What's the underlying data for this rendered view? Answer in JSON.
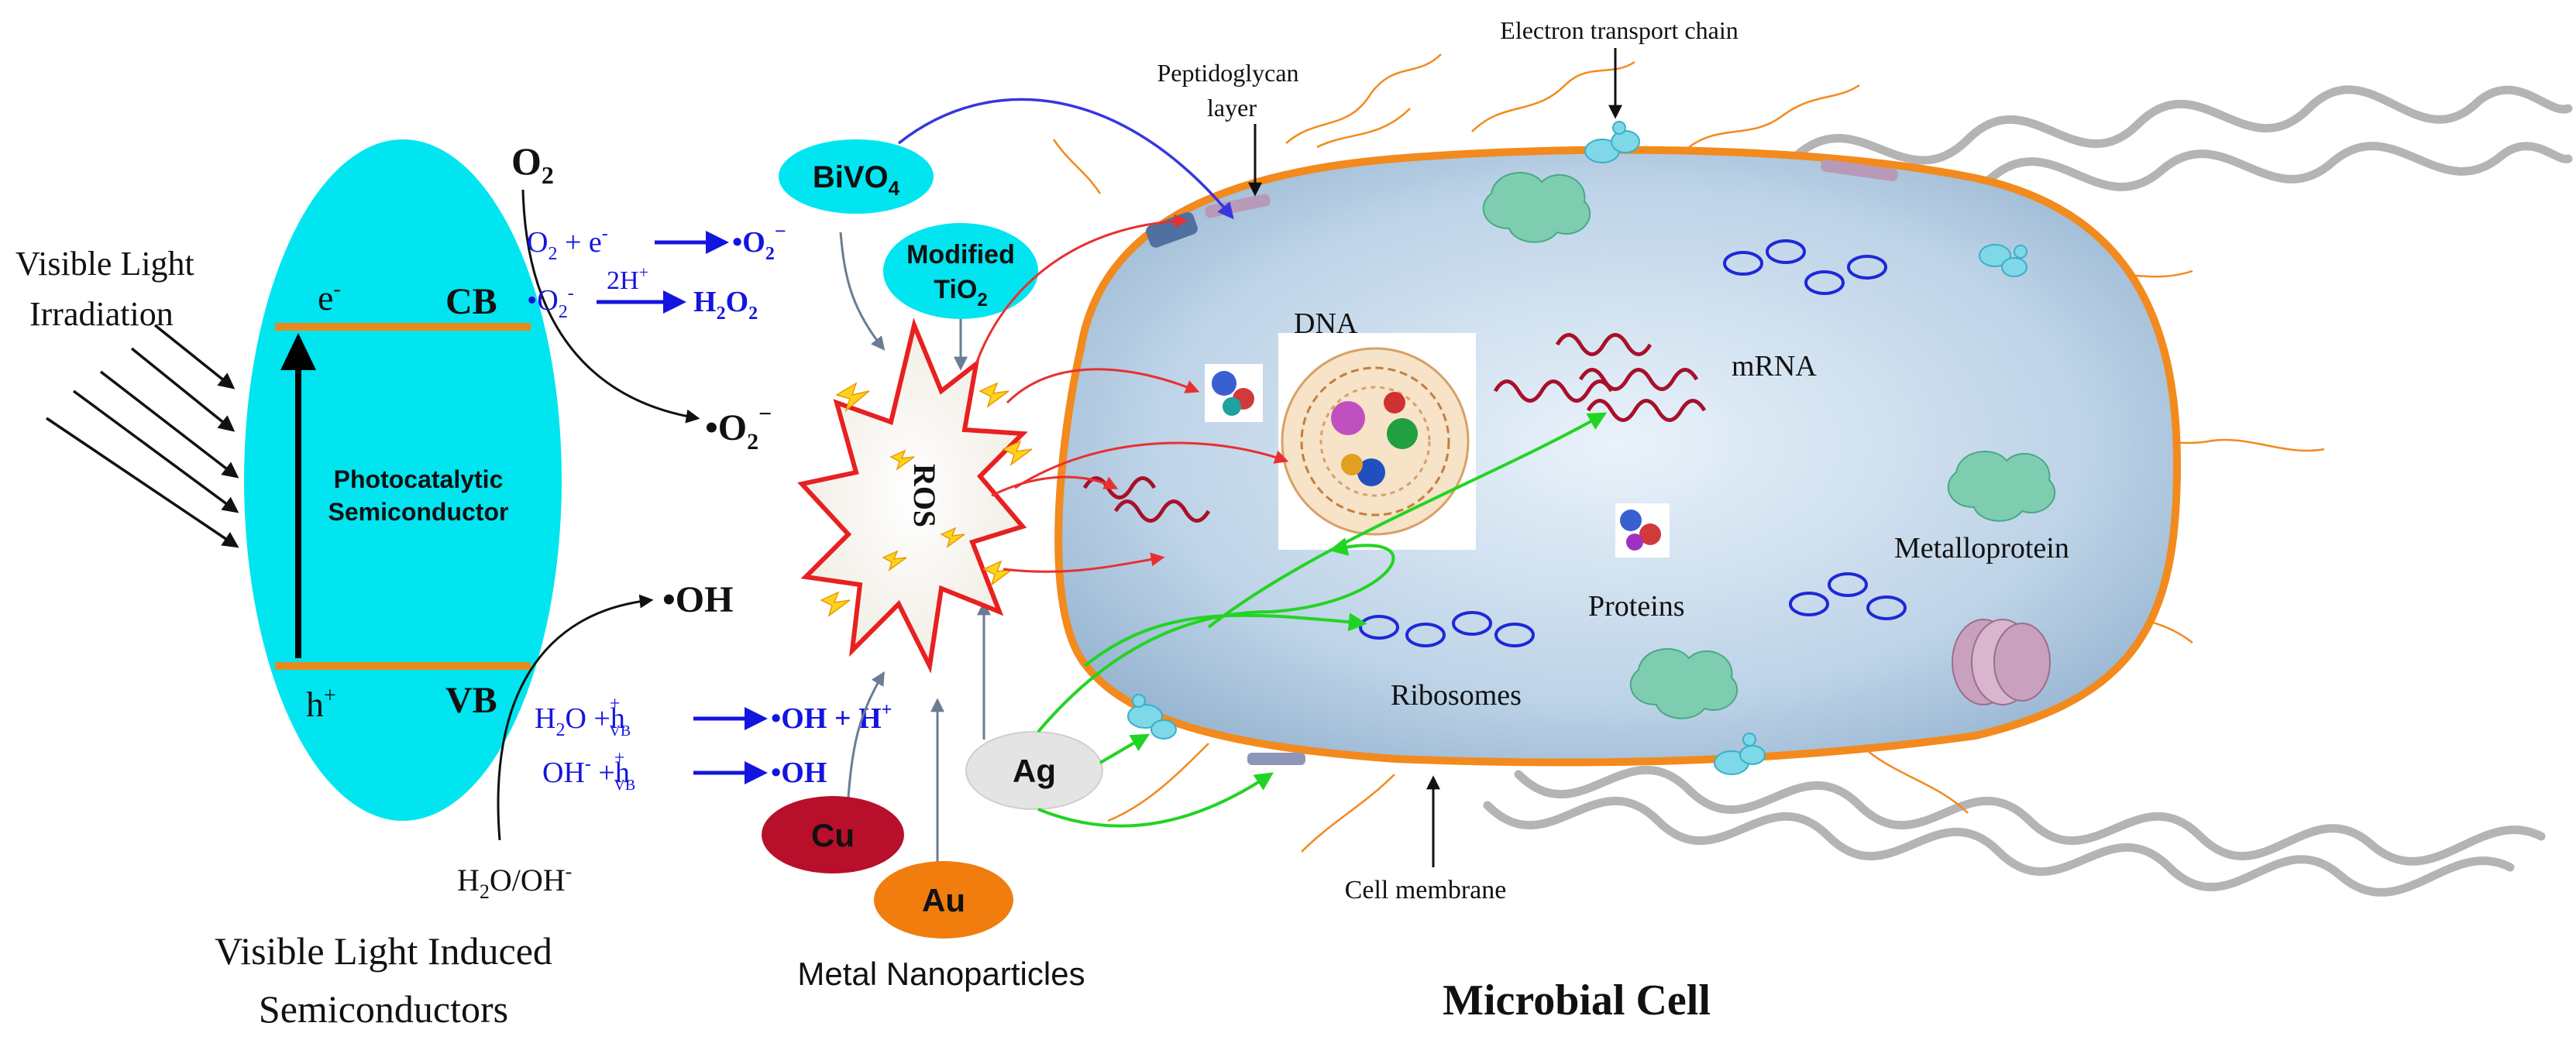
{
  "colors": {
    "cyan": "#00E5F0",
    "cell_fill": "#C4D8E9",
    "cell_border": "#F28A1E",
    "band": "#E8891E",
    "reaction_text": "#1414E0",
    "green_arrow": "#22D422",
    "red_arrow": "#E83030",
    "blue_arrow": "#3636E0",
    "gray_arrow": "#6A7D92",
    "cu": "#B8102A",
    "au": "#F07D0E",
    "ag": "#E4E4E4",
    "rna": "#A8102A",
    "protein_cloud": "#7FCDB0",
    "ribosome": "#1E28D8"
  },
  "semiconductor": {
    "light_label_1": "Visible Light",
    "light_label_2": "Irradiation",
    "cb": "CB",
    "vb": "VB",
    "electron": "e",
    "electron_sup": "-",
    "hole": "h",
    "hole_sup": "+",
    "center_1": "Photocatalytic",
    "center_2": "Semiconductor",
    "caption_1": "Visible Light Induced",
    "caption_2": "Semiconductors"
  },
  "reactions": {
    "o2": "O",
    "o2_sub": "2",
    "r1": {
      "a": "O",
      "a_sub": "2",
      "b": " + e",
      "b_sup": "-",
      "product": "•O",
      "product_sub": "2",
      "product_sup": "−"
    },
    "r2": {
      "a": "•O",
      "a_sub": "2",
      "a_sup": "-",
      "over": "2H",
      "over_sup": "+",
      "product": "H",
      "product_sub1": "2",
      "product_mid": "O",
      "product_sub2": "2"
    },
    "superoxide": "•O",
    "superoxide_sub": "2",
    "superoxide_sup": "−",
    "oh_radical": "•OH",
    "r3": {
      "a": "H",
      "a_sub": "2",
      "a_rest": "O +h",
      "sub_vb": "VB",
      "sup_plus": "+",
      "product": "•OH + H",
      "product_sup": "+"
    },
    "r4": {
      "a": "OH",
      "a_sup": "-",
      "a_rest": " +h",
      "sub_vb": "VB",
      "sup_plus": "+",
      "product": "•OH"
    },
    "water": "H",
    "water_sub": "2",
    "water_rest": "O/OH",
    "water_sup": "-"
  },
  "nanoparticles": {
    "bivo4": "BiVO",
    "bivo4_sub": "4",
    "mod_tio2_1": "Modified",
    "mod_tio2_2": "TiO",
    "mod_tio2_sub": "2",
    "ros": "ROS",
    "ag": "Ag",
    "cu": "Cu",
    "au": "Au",
    "caption": "Metal Nanoparticles"
  },
  "cell": {
    "peptidoglycan_1": "Peptidoglycan",
    "peptidoglycan_2": "layer",
    "etc": "Electron transport chain",
    "dna": "DNA",
    "mrna": "mRNA",
    "proteins": "Proteins",
    "metalloprotein": "Metalloprotein",
    "ribosomes": "Ribosomes",
    "membrane": "Cell membrane",
    "title": "Microbial Cell"
  }
}
